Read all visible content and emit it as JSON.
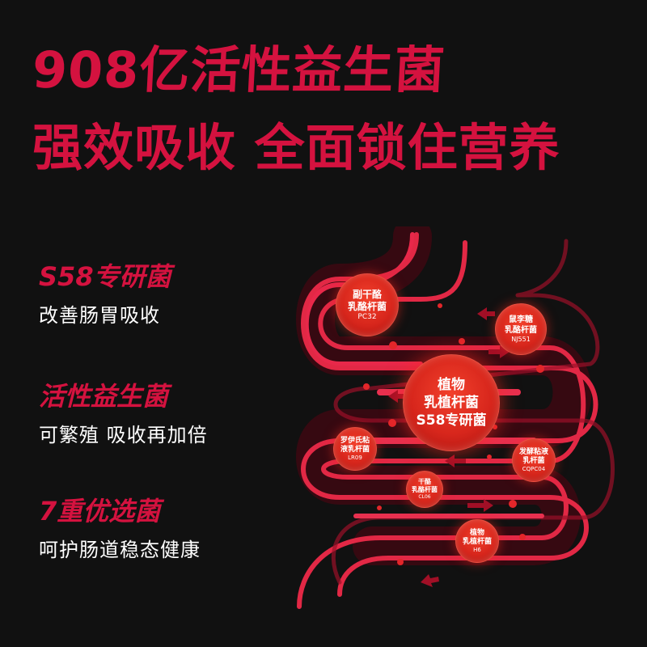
{
  "headline": {
    "line1": "908亿活性益生菌",
    "line2": "强效吸收  全面锁住营养"
  },
  "features": [
    {
      "title": "S58专研菌",
      "desc": "改善肠胃吸收"
    },
    {
      "title": "活性益生菌",
      "desc": "可繁殖 吸收再加倍"
    },
    {
      "title": "7重优选菌",
      "desc": "呵护肠道稳态健康"
    }
  ],
  "strains": [
    {
      "line1": "副干酪",
      "line2": "乳酪杆菌",
      "code": "PC32"
    },
    {
      "line1": "鼠李糖",
      "line2": "乳酪杆菌",
      "code": "NJ551"
    },
    {
      "line1": "植物",
      "line2": "乳植杆菌",
      "code": "S58专研菌"
    },
    {
      "line1": "罗伊氏粘",
      "line2": "液乳杆菌",
      "code": "LR09"
    },
    {
      "line1": "发酵粘液",
      "line2": "乳杆菌",
      "code": "CQPC04"
    },
    {
      "line1": "干酪",
      "line2": "乳酪杆菌",
      "code": "CL06"
    },
    {
      "line1": "植物",
      "line2": "乳植杆菌",
      "code": "H6"
    }
  ],
  "colors": {
    "background": "#111111",
    "accent_red": "#d4123f",
    "text_white": "#ffffff",
    "bubble_red": "#d7261c"
  },
  "icons": {
    "intestine": "intestine-diagram-icon",
    "flow_arrow": "arrow-icon",
    "particle": "dot-icon"
  }
}
